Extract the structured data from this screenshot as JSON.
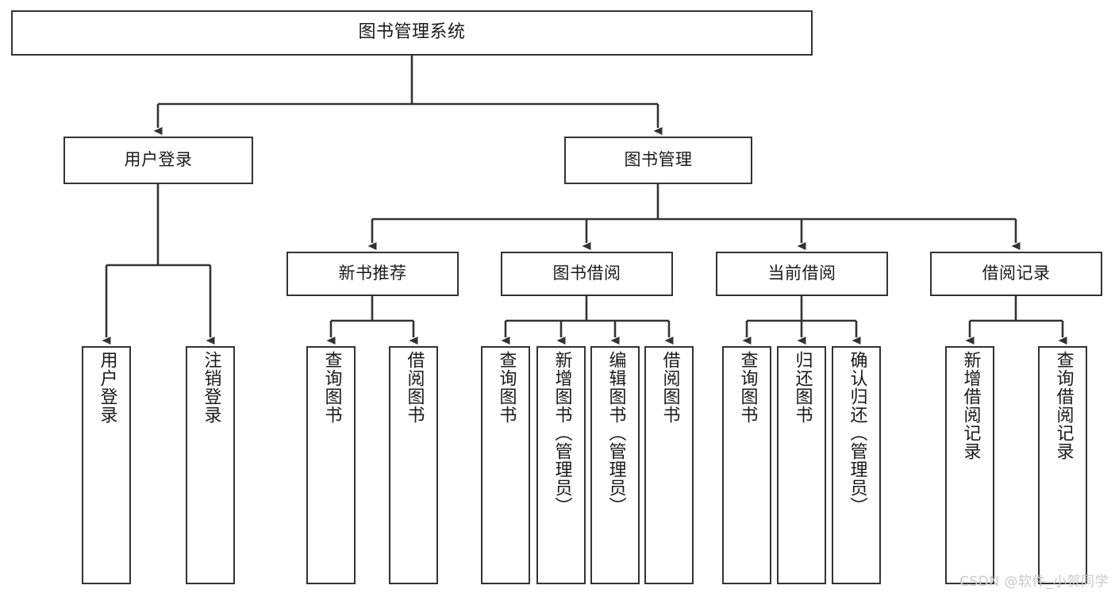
{
  "diagram": {
    "title": "图书管理系统",
    "type": "tree",
    "background_color": "#ffffff",
    "line_color": "#333333",
    "box_border_color": "#333333",
    "box_fill_color": "#ffffff",
    "text_color": "#1a1a1a"
  },
  "nodes": {
    "root": {
      "label": "图书管理系统"
    },
    "level2": [
      {
        "label": "用户登录"
      },
      {
        "label": "图书管理"
      }
    ],
    "level3": [
      {
        "label": "新书推荐"
      },
      {
        "label": "图书借阅"
      },
      {
        "label": "当前借阅"
      },
      {
        "label": "借阅记录"
      }
    ],
    "leaves": {
      "user_login": [
        {
          "label": "用户登录"
        },
        {
          "label": "注销登录"
        }
      ],
      "new_book_recommend": [
        {
          "label": "查询图书"
        },
        {
          "label": "借阅图书"
        }
      ],
      "book_borrow": [
        {
          "label": "查询图书"
        },
        {
          "label": "新增图书（管理员）"
        },
        {
          "label": "编辑图书（管理员）"
        },
        {
          "label": "借阅图书"
        }
      ],
      "current_borrow": [
        {
          "label": "查询图书"
        },
        {
          "label": "归还图书"
        },
        {
          "label": "确认归还（管理员）"
        }
      ],
      "borrow_record": [
        {
          "label": "新增借阅记录"
        },
        {
          "label": "查询借阅记录"
        }
      ]
    }
  },
  "watermark": {
    "text": "CSDN @软件_小贺同学"
  }
}
